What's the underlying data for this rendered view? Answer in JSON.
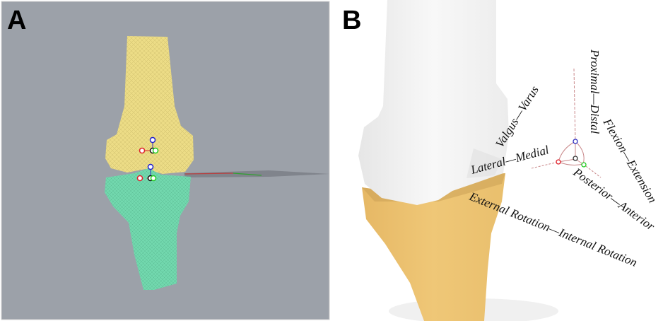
{
  "panels": {
    "a": {
      "label": "A",
      "background": "#9ca1a9",
      "femur_color": "#ecdc86",
      "tibia_color": "#72d8ae",
      "axis_colors": {
        "x": "#e0202a",
        "y": "#22cc22",
        "z": "#2020d0",
        "origin": "#111111"
      }
    },
    "b": {
      "label": "B",
      "femur_color": "#f1f1f1",
      "tibia_color": "#ecc373",
      "axis_line_color": "#c9888a",
      "labels": {
        "proximal_distal": "Proximal—Distal",
        "valgus_varus": "Valgus—Varus",
        "flexion_extension": "Flexion—Extension",
        "lateral_medial": "Lateral—Medial",
        "posterior_anterior": "Posterior—Anterior",
        "external_internal_rotation": "External Rotation—Internal Rotation"
      }
    }
  }
}
